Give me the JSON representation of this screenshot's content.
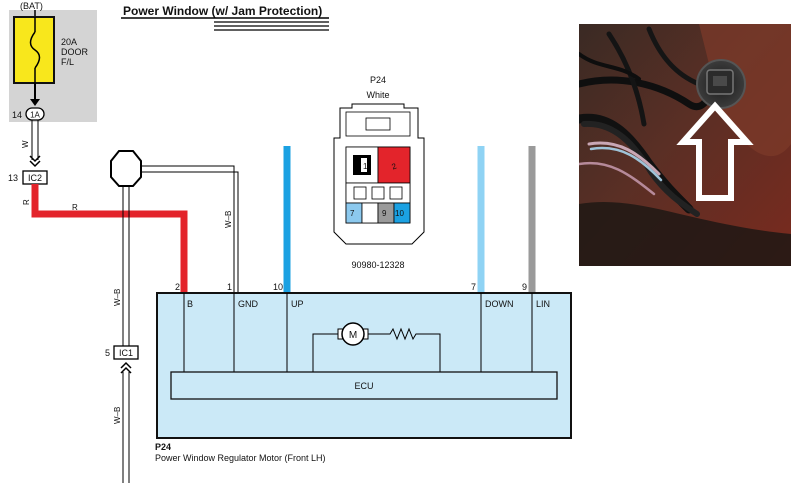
{
  "title": "Power Window (w/ Jam Protection)",
  "fuse": {
    "source": "(BAT)",
    "rating": "20A",
    "name_line1": "DOOR",
    "name_line2": "F/L",
    "pin": "14",
    "terminal": "1A"
  },
  "junctions": {
    "ic2": {
      "label": "IC2",
      "pin": "13"
    },
    "ic1": {
      "label": "IC1",
      "pin": "5"
    }
  },
  "wires": {
    "w": "W",
    "r1": "R",
    "r2": "R",
    "wb_vertical_top": "W–B",
    "wb_gnd": "W–B",
    "wb_bottom": "W–B"
  },
  "connector": {
    "id": "P24",
    "color": "White",
    "part_number": "90980-12328",
    "pins": [
      "1",
      "2",
      "7",
      "9",
      "10"
    ]
  },
  "motor": {
    "id": "P24",
    "name": "Power Window Regulator Motor (Front LH)",
    "motor_label": "M",
    "ecu_label": "ECU",
    "terminals": [
      {
        "pin": "2",
        "label": "B"
      },
      {
        "pin": "1",
        "label": "GND"
      },
      {
        "pin": "10",
        "label": "UP"
      },
      {
        "pin": "7",
        "label": "DOWN"
      },
      {
        "pin": "9",
        "label": "LIN"
      }
    ]
  },
  "colors": {
    "red_wire": "#e3242b",
    "blue_wire": "#1ba1e2",
    "light_blue_wire": "#8fd3f4",
    "gray_wire": "#9a9a9a",
    "box_fill": "#cbe9f7",
    "fuse_fill": "#f8e71c",
    "fuse_panel": "#d4d4d4",
    "connector_red": "#e3242b",
    "connector_blue": "#8cc9ee",
    "connector_gray": "#9a9a9a"
  }
}
